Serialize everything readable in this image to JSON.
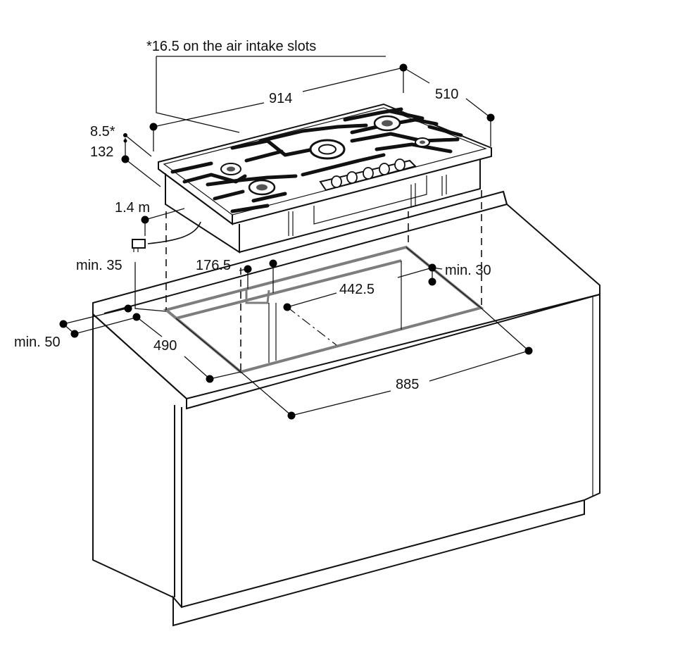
{
  "footnote": "*16.5 on the air intake slots",
  "dimensions": {
    "width": "914",
    "depth": "510",
    "top_height": "8.5*",
    "total_height": "132",
    "cable": "1.4 m",
    "min_35": "min. 35",
    "offset_176": "176.5",
    "center_442": "442.5",
    "min_30": "min. 30",
    "min_50": "min. 50",
    "cutout_depth": "490",
    "cutout_width": "885"
  }
}
